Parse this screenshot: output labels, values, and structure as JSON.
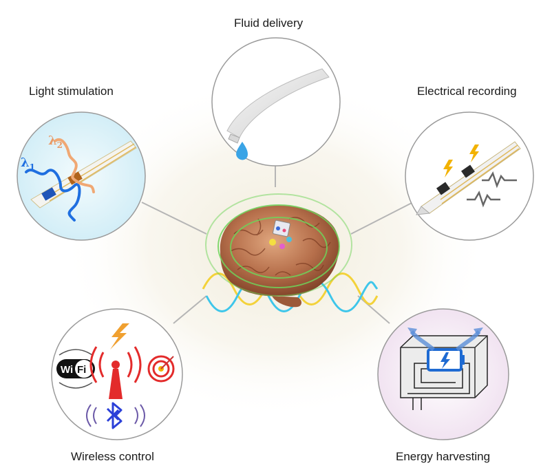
{
  "labels": {
    "fluid": "Fluid delivery",
    "light": "Light stimulation",
    "electrical": "Electrical recording",
    "wireless": "Wireless control",
    "energy": "Energy harvesting"
  },
  "light_panel": {
    "lambda1": "λ",
    "lambda1_sub": "1",
    "lambda2": "λ",
    "lambda2_sub": "2"
  },
  "wireless_panel": {
    "wifi_wi": "Wi",
    "wifi_fi": "Fi"
  },
  "colors": {
    "panel_border": "#9a9a9a",
    "connector": "#b5b5b5",
    "light_bg": "#dff2f8",
    "energy_bg": "#f4e8f4",
    "wave_yellow": "#f3d23a",
    "wave_cyan": "#3ec6ea",
    "ring_green": "#6fd35a",
    "lambda_blue": "#1f6fe0",
    "lambda_orange": "#f0a874",
    "antenna_red": "#e32b2b",
    "bluetooth_blue": "#2a3fd8",
    "battery_blue": "#1e6ad2",
    "bolt_yellow": "#f2b200"
  },
  "icons": [
    "water-drop-icon",
    "lightning-bolt-icon",
    "wifi-icon",
    "antenna-icon",
    "target-icon",
    "bluetooth-icon",
    "battery-icon",
    "signal-wave-icon"
  ]
}
